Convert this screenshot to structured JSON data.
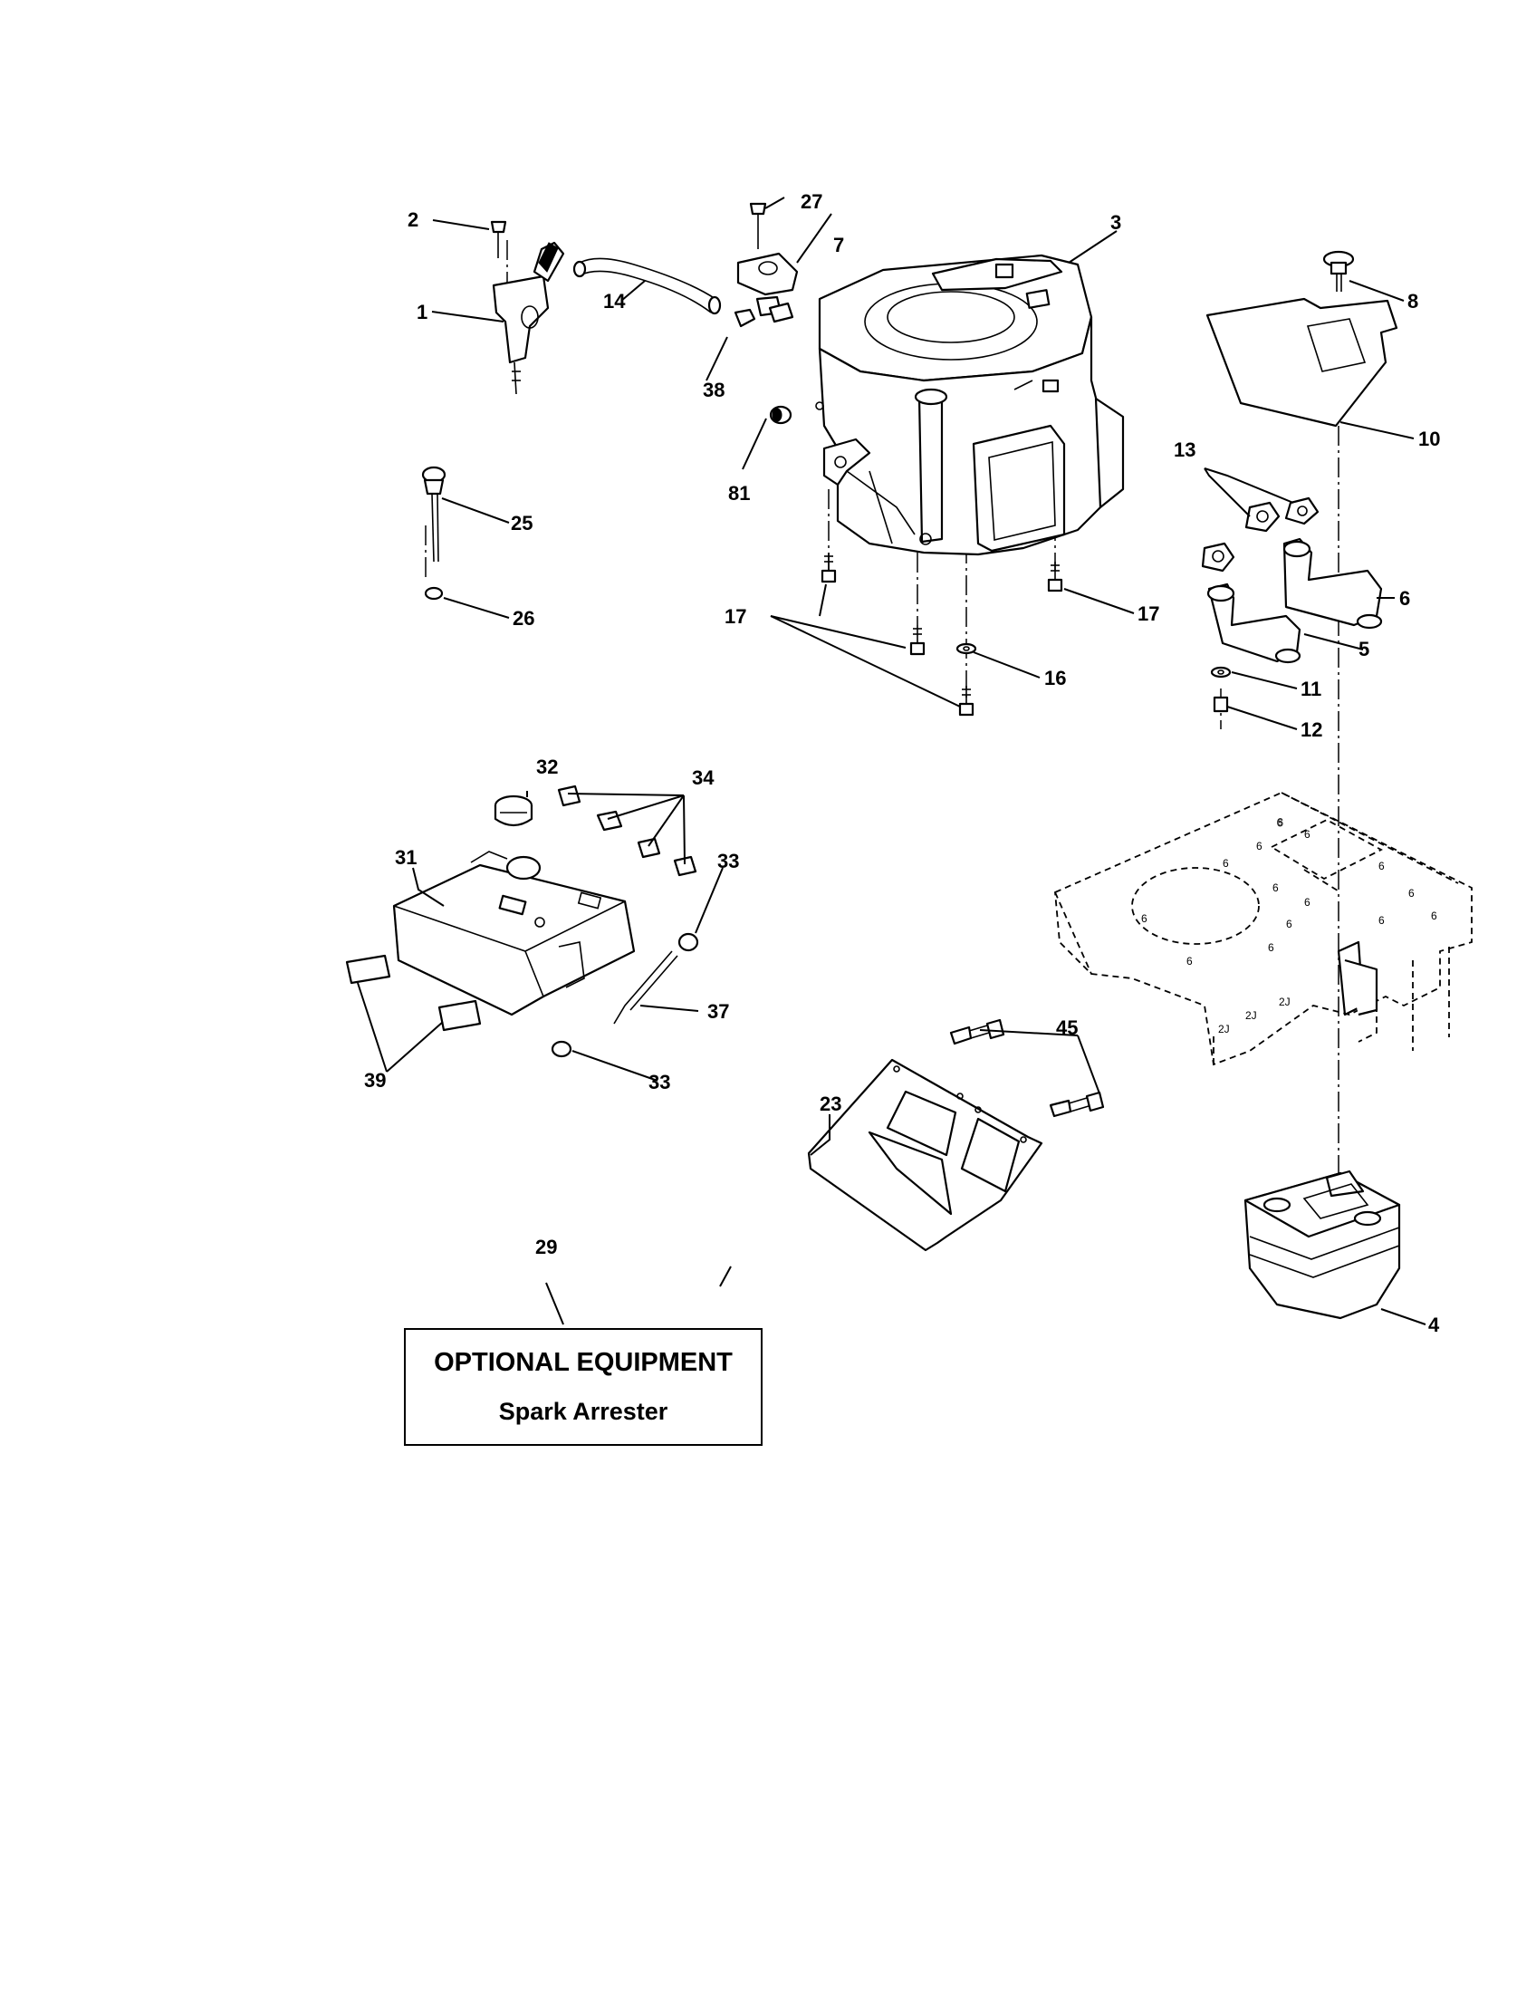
{
  "callouts": {
    "c1": "1",
    "c2": "2",
    "c3": "3",
    "c4": "4",
    "c5": "5",
    "c6": "6",
    "c7": "7",
    "c8": "8",
    "c10": "10",
    "c11": "11",
    "c12": "12",
    "c13": "13",
    "c14": "14",
    "c16": "16",
    "c17a": "17",
    "c17b": "17",
    "c23": "23",
    "c25": "25",
    "c26": "26",
    "c27": "27",
    "c29": "29",
    "c31": "31",
    "c32": "32",
    "c33a": "33",
    "c33b": "33",
    "c34": "34",
    "c37": "37",
    "c38": "38",
    "c39": "39",
    "c45": "45",
    "c81": "81"
  },
  "optional_box": {
    "title": "OPTIONAL EQUIPMENT",
    "subtitle": "Spark Arrester"
  }
}
